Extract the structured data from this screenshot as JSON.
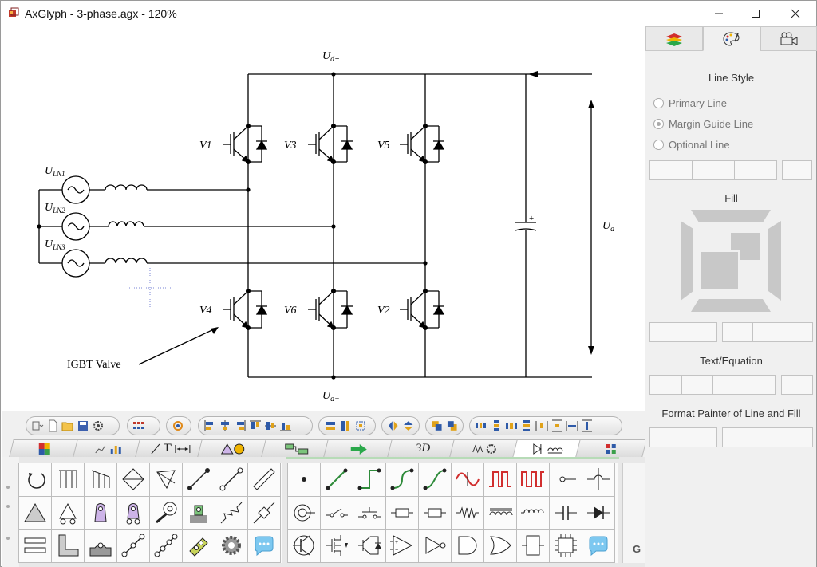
{
  "window": {
    "title": "AxGlyph - 3-phase.agx - 120%",
    "minimize_label": "minimize",
    "maximize_label": "maximize",
    "close_label": "close"
  },
  "diagram": {
    "ud_plus": "U",
    "ud_plus_sub": "d+",
    "ud_minus": "U",
    "ud_minus_sub": "d−",
    "ud": "U",
    "ud_sub": "d",
    "sources": [
      {
        "name": "U",
        "sub": "LN1"
      },
      {
        "name": "U",
        "sub": "LN2"
      },
      {
        "name": "U",
        "sub": "LN3"
      }
    ],
    "valves": [
      "V1",
      "V3",
      "V5",
      "V4",
      "V6",
      "V2"
    ],
    "annotation": "IGBT Valve",
    "cap_plus": "+"
  },
  "palette_tabs": [
    {
      "label": "",
      "icon": "color-palette-icon"
    },
    {
      "label": "",
      "icon": "chart-icon"
    },
    {
      "label": "T",
      "icon": "line-text-icon"
    },
    {
      "label": "",
      "icon": "shapes-icon"
    },
    {
      "label": "",
      "icon": "flowchart-icon"
    },
    {
      "label": "",
      "icon": "arrow-icon"
    },
    {
      "label": "3D",
      "icon": "3d-icon"
    },
    {
      "label": "",
      "icon": "mechanism-icon"
    },
    {
      "label": "",
      "icon": "circuit-icon"
    },
    {
      "label": "",
      "icon": "more-icon"
    }
  ],
  "right_panel": {
    "tabs": [
      "layers-icon",
      "palette-icon",
      "camera-icon"
    ],
    "line_style": "Line Style",
    "radios": [
      {
        "label": "Primary Line",
        "checked": false
      },
      {
        "label": "Margin Guide Line",
        "checked": true
      },
      {
        "label": "Optional Line",
        "checked": false
      }
    ],
    "fill": "Fill",
    "text_equation": "Text/Equation",
    "format_painter": "Format Painter of Line and Fill"
  },
  "partial_text": "G"
}
